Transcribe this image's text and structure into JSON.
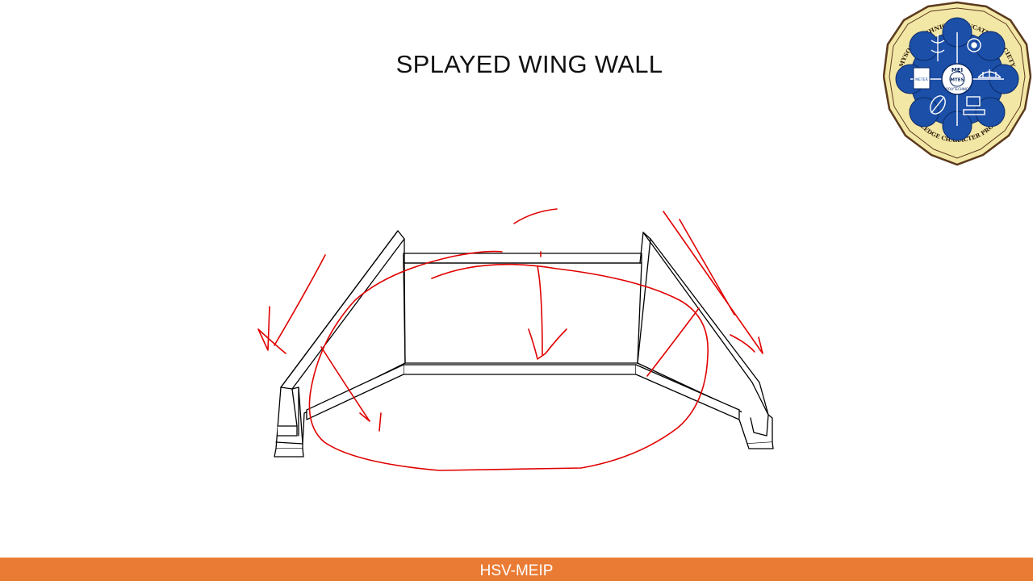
{
  "slide": {
    "title": "SPLAYED WING WALL",
    "footer_text": "HSV-MEIP"
  },
  "logo": {
    "icon": "institution-emblem-icon",
    "ring_text_top": "MYSORE TECHNICAL EDUCATION SOCIETY",
    "ring_text_bottom": "KNOWLEDGE CHARACTER PROGRESS",
    "center_top": "MEI",
    "center_mid": "MTES",
    "center_bottom": "POLYTECHNIC",
    "meter_label": "METER"
  },
  "colors": {
    "footer_bar": "#ea7b34",
    "annotation_ink": "#e00000",
    "logo_blue": "#1b4fa8",
    "logo_gold": "#f3e7a6"
  }
}
